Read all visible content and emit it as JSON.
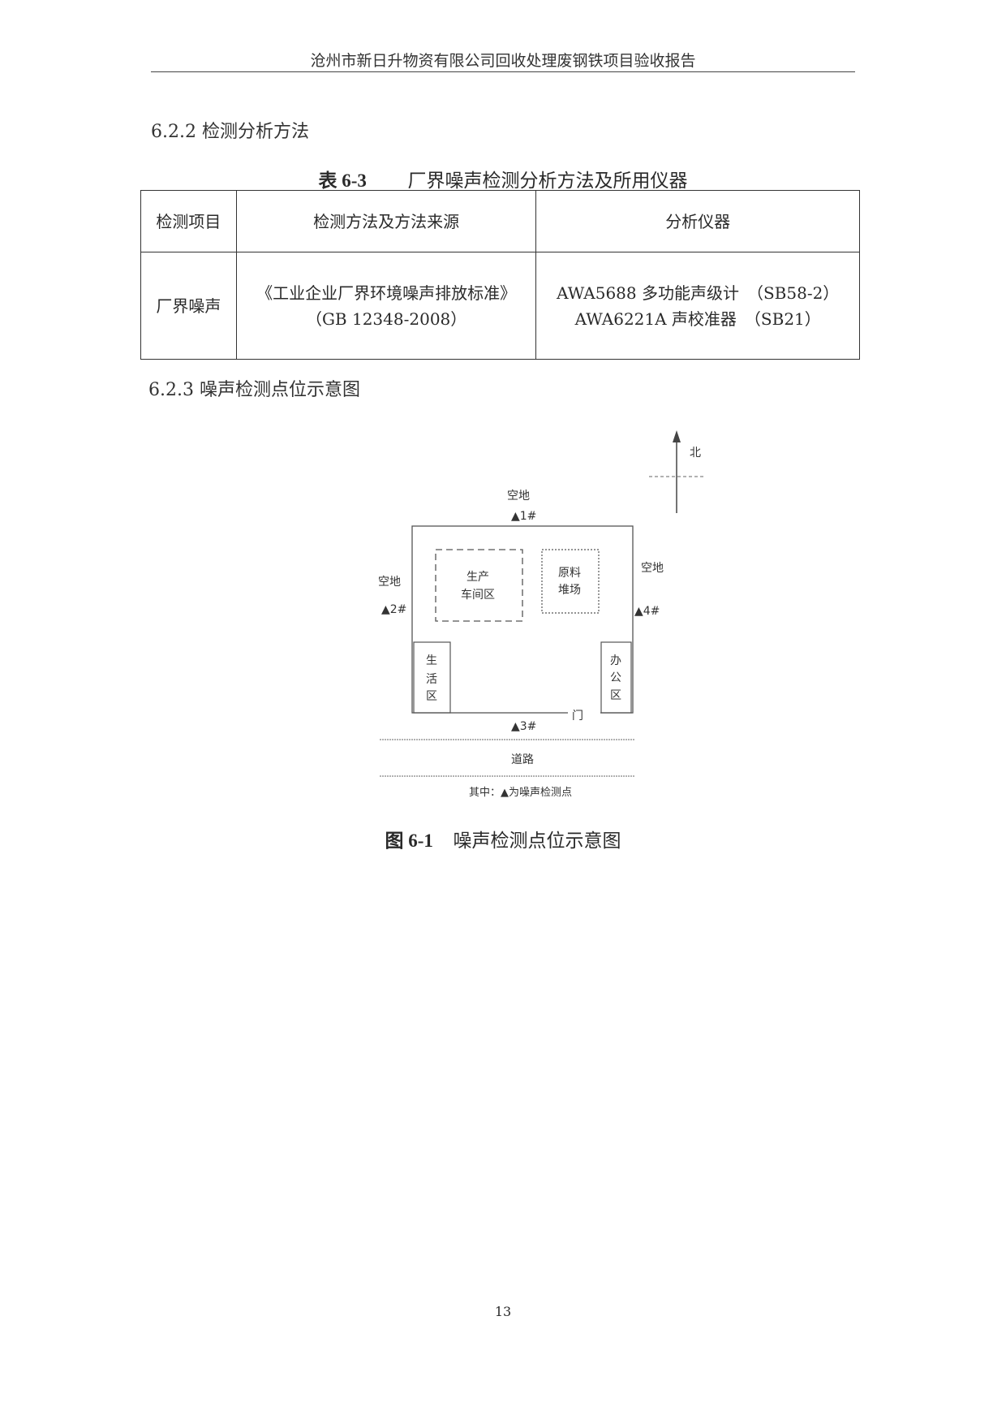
{
  "header": {
    "title": "沧州市新日升物资有限公司回收处理废钢铁项目验收报告"
  },
  "section_622": "6.2.2 检测分析方法",
  "table": {
    "caption_number": "表 6-3",
    "caption_text": "厂界噪声检测分析方法及所用仪器",
    "headers": [
      "检测项目",
      "检测方法及方法来源",
      "分析仪器"
    ],
    "row": {
      "item": "厂界噪声",
      "method_line1": "《工业企业厂界环境噪声排放标准》",
      "method_line2": "（GB 12348-2008）",
      "instrument_line1": "AWA5688 多功能声级计　（SB58-2）",
      "instrument_line2": "AWA6221A 声校准器　（SB21）"
    }
  },
  "section_623": "6.2.3  噪声检测点位示意图",
  "diagram": {
    "north": "北",
    "top_label": "空地",
    "left_label": "空地",
    "right_label": "空地",
    "point1": "▲1#",
    "point2": "▲2#",
    "point3": "▲3#",
    "point4": "▲4#",
    "workshop_line1": "生产",
    "workshop_line2": "车间区",
    "storage_line1": "原料",
    "storage_line2": "堆场",
    "living_1": "生",
    "living_2": "活",
    "living_3": "区",
    "office_1": "办",
    "office_2": "公",
    "office_3": "区",
    "gate": "门",
    "road": "道路",
    "legend": "其中：▲为噪声检测点"
  },
  "figure": {
    "caption_number": "图 6-1",
    "caption_text": "噪声检测点位示意图"
  },
  "page_number": "13"
}
